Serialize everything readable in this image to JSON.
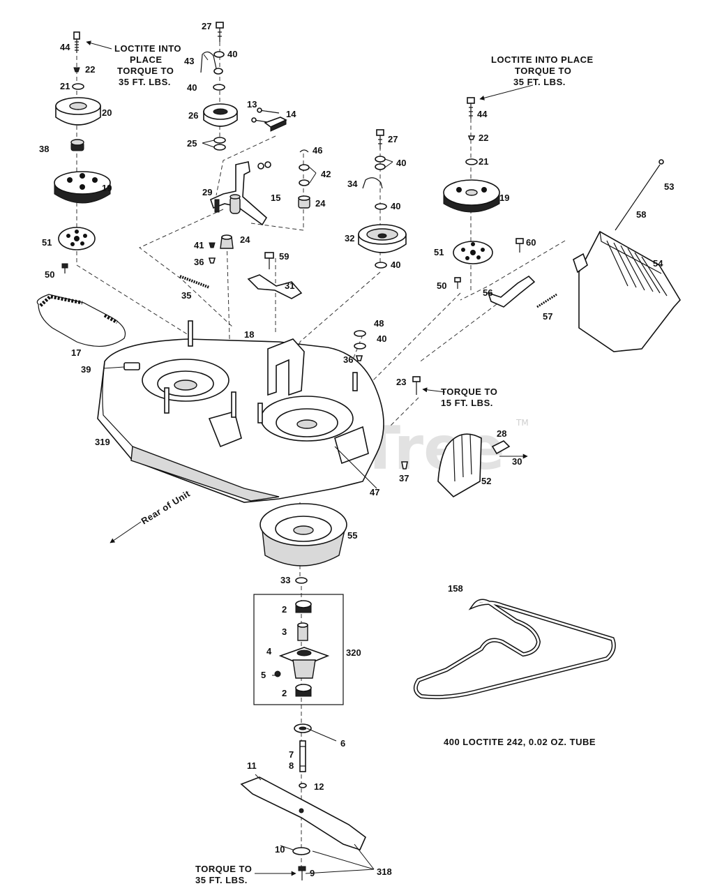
{
  "watermark": {
    "text": "PartsTree",
    "tm": "TM"
  },
  "notes": {
    "loctite_left": [
      "LOCTITE INTO",
      "PLACE",
      "TORQUE TO",
      "35 FT. LBS."
    ],
    "loctite_right": [
      "LOCTITE INTO PLACE",
      "TORQUE TO",
      "35 FT. LBS."
    ],
    "torque_15": [
      "TORQUE TO",
      "15 FT. LBS."
    ],
    "torque_bottom": [
      "TORQUE TO",
      "35 FT. LBS."
    ],
    "rear_of_unit": "Rear of Unit",
    "loctite_tube": "400  LOCTITE 242, 0.02 OZ. TUBE"
  },
  "callouts": {
    "c44a": "44",
    "c22a": "22",
    "c21a": "21",
    "c20": "20",
    "c38": "38",
    "c19a": "19",
    "c51a": "51",
    "c50a": "50",
    "c17": "17",
    "c27a": "27",
    "c40a": "40",
    "c43": "43",
    "c40b": "40",
    "c26": "26",
    "c13": "13",
    "c14": "14",
    "c25": "25",
    "c46": "46",
    "c42": "42",
    "c29": "29",
    "c15": "15",
    "c24a": "24",
    "c41": "41",
    "c24b": "24",
    "c36a": "36",
    "c35": "35",
    "c59": "59",
    "c31": "31",
    "c18": "18",
    "c39": "39",
    "c319": "319",
    "c27b": "27",
    "c40c": "40",
    "c34": "34",
    "c40d": "40",
    "c32": "32",
    "c40e": "40",
    "c48": "48",
    "c40f": "40",
    "c36b": "36",
    "c44b": "44",
    "c22b": "22",
    "c21b": "21",
    "c19b": "19",
    "c51b": "51",
    "c50b": "50",
    "c60": "60",
    "c56": "56",
    "c57": "57",
    "c53": "53",
    "c58": "58",
    "c54": "54",
    "c23": "23",
    "c28": "28",
    "c30": "30",
    "c37": "37",
    "c52": "52",
    "c47": "47",
    "c55": "55",
    "c33": "33",
    "c2a": "2",
    "c3": "3",
    "c4": "4",
    "c320": "320",
    "c5": "5",
    "c2b": "2",
    "c6": "6",
    "c7": "7",
    "c8": "8",
    "c11": "11",
    "c12": "12",
    "c10": "10",
    "c9": "9",
    "c318": "318",
    "c158": "158"
  }
}
